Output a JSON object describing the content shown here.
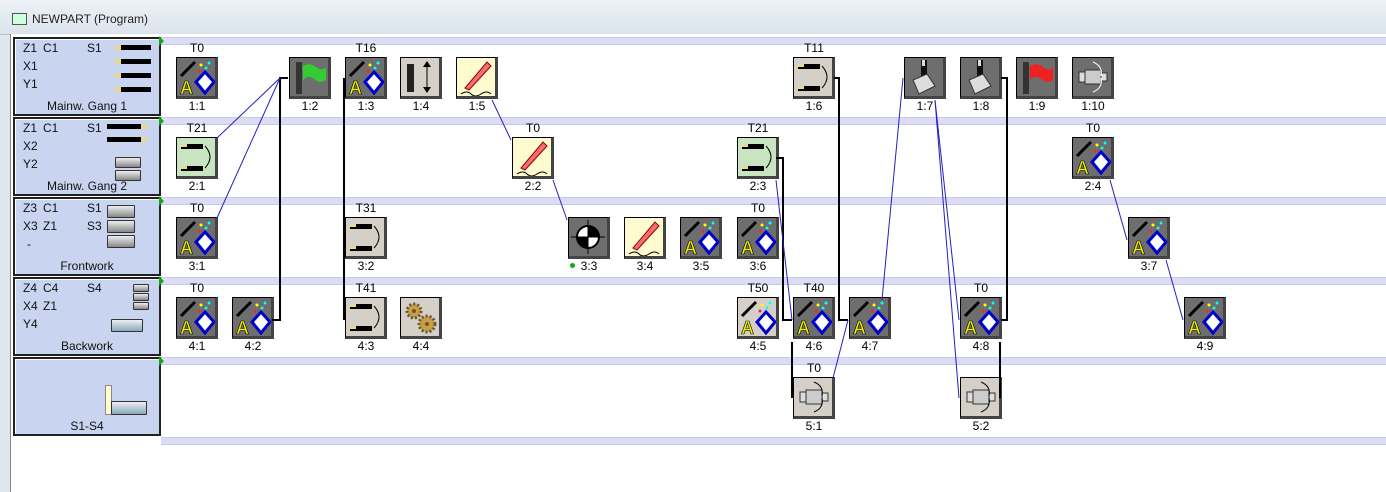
{
  "window": {
    "title": "NEWPART (Program)"
  },
  "lanes": [
    {
      "name": "Mainw. Gang 1",
      "axes": [
        "Z1",
        "C1",
        "X1",
        "Y1"
      ],
      "spindles": [
        "S1"
      ]
    },
    {
      "name": "Mainw. Gang 2",
      "axes": [
        "Z1",
        "C1",
        "X2",
        "Y2"
      ],
      "spindles": [
        "S1"
      ]
    },
    {
      "name": "Frontwork",
      "axes": [
        "Z3",
        "C1",
        "X3",
        "Z1",
        "-"
      ],
      "spindles": [
        "S1",
        "S3"
      ]
    },
    {
      "name": "Backwork",
      "axes": [
        "Z4",
        "C4",
        "X4",
        "Z1",
        "Y4"
      ],
      "spindles": [
        "S4"
      ]
    },
    {
      "name": "S1-S4",
      "axes": [],
      "spindles": []
    }
  ],
  "nodes": [
    {
      "id": "1:1",
      "lane": 0,
      "col": 175,
      "tool": "T0",
      "icon": "wizard"
    },
    {
      "id": "1:2",
      "lane": 0,
      "col": 288,
      "tool": "",
      "icon": "flag-green"
    },
    {
      "id": "1:3",
      "lane": 0,
      "col": 344,
      "tool": "T16",
      "icon": "wizard"
    },
    {
      "id": "1:4",
      "lane": 0,
      "col": 399,
      "tool": "",
      "icon": "wait"
    },
    {
      "id": "1:5",
      "lane": 0,
      "col": 455,
      "tool": "",
      "icon": "pencil"
    },
    {
      "id": "1:6",
      "lane": 0,
      "col": 792,
      "tool": "T11",
      "icon": "tool-change"
    },
    {
      "id": "1:7",
      "lane": 0,
      "col": 903,
      "tool": "",
      "icon": "transfer"
    },
    {
      "id": "1:8",
      "lane": 0,
      "col": 959,
      "tool": "",
      "icon": "transfer"
    },
    {
      "id": "1:9",
      "lane": 0,
      "col": 1015,
      "tool": "",
      "icon": "flag-red"
    },
    {
      "id": "1:10",
      "lane": 0,
      "col": 1071,
      "tool": "",
      "icon": "spindle"
    },
    {
      "id": "2:1",
      "lane": 1,
      "col": 175,
      "tool": "T21",
      "icon": "tool-change-green"
    },
    {
      "id": "2:2",
      "lane": 1,
      "col": 511,
      "tool": "T0",
      "icon": "pencil"
    },
    {
      "id": "2:3",
      "lane": 1,
      "col": 736,
      "tool": "T21",
      "icon": "tool-change-green"
    },
    {
      "id": "2:4",
      "lane": 1,
      "col": 1071,
      "tool": "T0",
      "icon": "wizard"
    },
    {
      "id": "3:1",
      "lane": 2,
      "col": 175,
      "tool": "T0",
      "icon": "wizard"
    },
    {
      "id": "3:2",
      "lane": 2,
      "col": 344,
      "tool": "T31",
      "icon": "tool-change"
    },
    {
      "id": "3:3",
      "lane": 2,
      "col": 567,
      "tool": "",
      "icon": "zero-point"
    },
    {
      "id": "3:4",
      "lane": 2,
      "col": 623,
      "tool": "",
      "icon": "pencil"
    },
    {
      "id": "3:5",
      "lane": 2,
      "col": 679,
      "tool": "",
      "icon": "wizard"
    },
    {
      "id": "3:6",
      "lane": 2,
      "col": 736,
      "tool": "T0",
      "icon": "wizard"
    },
    {
      "id": "3:7",
      "lane": 2,
      "col": 1127,
      "tool": "",
      "icon": "wizard"
    },
    {
      "id": "4:1",
      "lane": 3,
      "col": 175,
      "tool": "T0",
      "icon": "wizard"
    },
    {
      "id": "4:2",
      "lane": 3,
      "col": 231,
      "tool": "",
      "icon": "wizard"
    },
    {
      "id": "4:3",
      "lane": 3,
      "col": 344,
      "tool": "T41",
      "icon": "tool-change"
    },
    {
      "id": "4:4",
      "lane": 3,
      "col": 399,
      "tool": "",
      "icon": "gears"
    },
    {
      "id": "4:5",
      "lane": 3,
      "col": 736,
      "tool": "T50",
      "icon": "wizard-light"
    },
    {
      "id": "4:6",
      "lane": 3,
      "col": 792,
      "tool": "T40",
      "icon": "wizard"
    },
    {
      "id": "4:7",
      "lane": 3,
      "col": 848,
      "tool": "",
      "icon": "wizard"
    },
    {
      "id": "4:8",
      "lane": 3,
      "col": 959,
      "tool": "T0",
      "icon": "wizard"
    },
    {
      "id": "4:9",
      "lane": 3,
      "col": 1183,
      "tool": "",
      "icon": "wizard"
    },
    {
      "id": "5:1",
      "lane": 4,
      "col": 792,
      "tool": "T0",
      "icon": "spindle-swivel"
    },
    {
      "id": "5:2",
      "lane": 4,
      "col": 959,
      "tool": "",
      "icon": "spindle-swivel"
    }
  ],
  "colors": {
    "sync": "#000000",
    "link": "#2020c0",
    "lane_header": "#c8d4f0"
  }
}
